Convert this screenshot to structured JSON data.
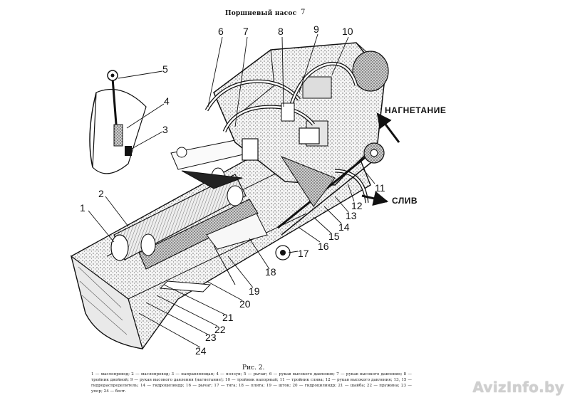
{
  "header": {
    "title": "Поршневый насос",
    "page_mark": "7"
  },
  "flow_labels": {
    "pressure": "НАГНЕТАНИЕ",
    "drain": "СЛИВ"
  },
  "callouts": [
    "1",
    "2",
    "3",
    "4",
    "5",
    "6",
    "7",
    "8",
    "9",
    "10",
    "11",
    "12",
    "13",
    "14",
    "15",
    "16",
    "17",
    "18",
    "19",
    "20",
    "21",
    "22",
    "23",
    "24"
  ],
  "caption": {
    "title": "Рис. 2.",
    "text": "1 — маслопровод; 2 — маслопровод; 3 — направляющая; 4 — ползун; 5 — рычаг; 6 — рукав высокого давления; 7 — рукав высокого давления; 8 — тройник двойной; 9 — рукав высокого давления (нагнетание); 10 — тройник напорный; 11 — тройник слива; 12 — рукав высокого давления; 13, 15 — гидрораспределитель; 14 — гидроцилиндр; 16 — рычаг; 17 — тяга; 18 — плита; 19 — шток; 20 — гидроцилиндр; 21 — шайба; 22 — пружина; 23 — упор; 24 — болт."
  },
  "watermark": "AvizInfo.by"
}
